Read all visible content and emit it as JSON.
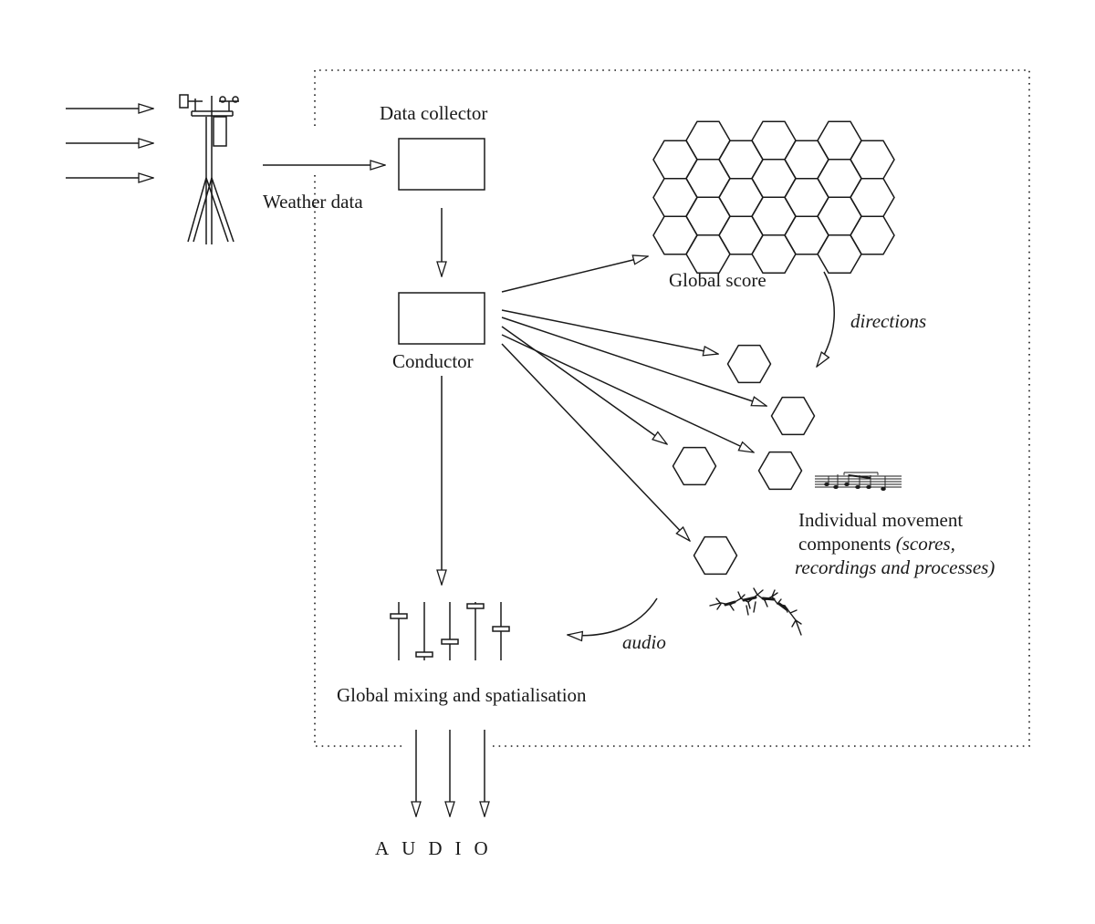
{
  "labels": {
    "data_collector": "Data collector",
    "weather_data": "Weather data",
    "conductor": "Conductor",
    "global_score": "Global score",
    "directions": "directions",
    "individual_line1": "Individual movement",
    "individual_line2_a": "components ",
    "individual_line2_b": "(scores,",
    "individual_line3": "recordings and processes)",
    "audio_small": "audio",
    "global_mixing": "Global mixing and spatialisation",
    "audio_output": "AUDIO"
  },
  "colors": {
    "ink": "#1a1a1a",
    "background": "#ffffff"
  },
  "icons": {
    "weather_station": "weather-station-icon",
    "mixer": "mixer-faders-icon",
    "score_fragment": "music-score-icon",
    "audio_waveform": "waveform-icon"
  }
}
